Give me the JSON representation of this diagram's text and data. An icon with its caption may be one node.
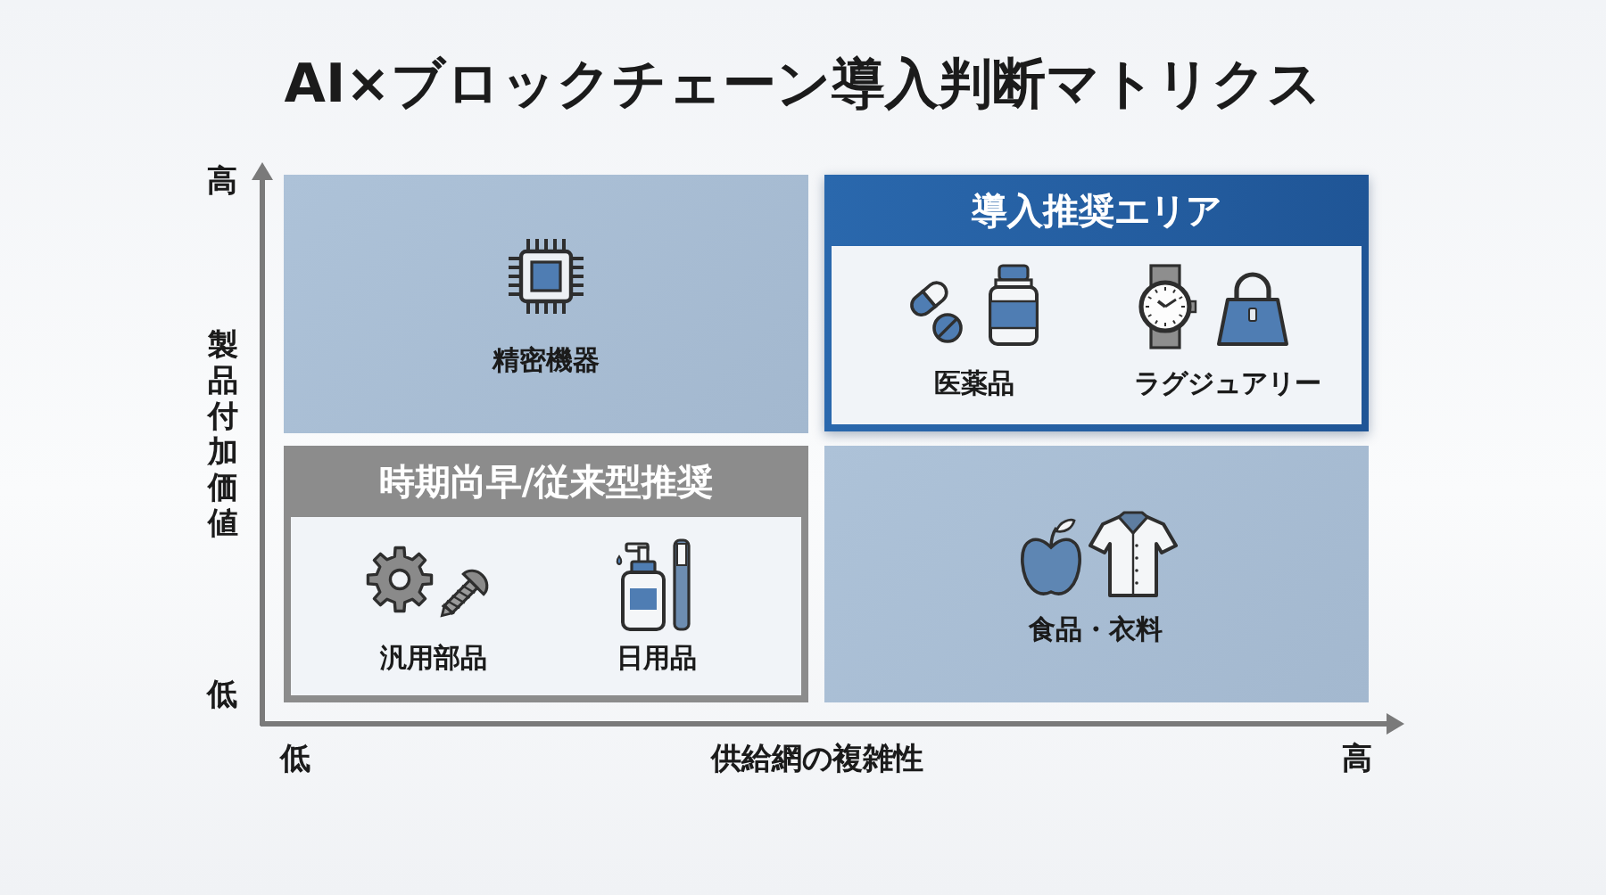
{
  "diagram": {
    "title": "AI×ブロックチェーン導入判断マトリクス",
    "nodes": [
      {
        "text": [
          "精密機器"
        ]
      },
      {
        "text": [
          "導入推奨エリア",
          "医薬品",
          "ラグジュアリー"
        ]
      },
      {
        "text": [
          "時期尚早/従来型推奨",
          "汎用部品",
          "日用品"
        ]
      },
      {
        "text": [
          "食品・衣料"
        ]
      }
    ],
    "edges": [],
    "labels": [
      "高",
      "製品付加価値",
      "低",
      "低",
      "供給網の複雑性",
      "高"
    ]
  }
}
